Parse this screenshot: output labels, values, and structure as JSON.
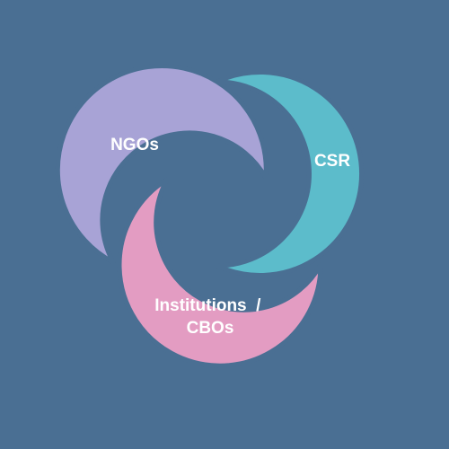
{
  "colors": {
    "background": "#4a6f93",
    "ngos": "#a8a3d6",
    "csr": "#5cbccb",
    "institutions": "#e39cc2",
    "outline": "#4a6f93",
    "label_text": "#ffffff"
  },
  "segments": [
    {
      "id": "ngos",
      "lines": [
        "NGOs"
      ]
    },
    {
      "id": "csr",
      "lines": [
        "CSR"
      ]
    },
    {
      "id": "institutions",
      "lines": [
        "Institutions  /",
        "CBOs"
      ]
    }
  ]
}
